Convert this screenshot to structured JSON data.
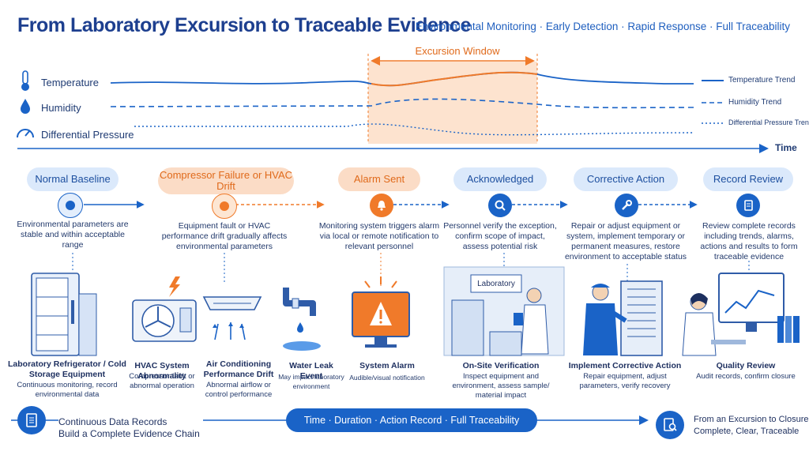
{
  "header": {
    "title": "From Laboratory Excursion to Traceable Evidence",
    "subtitle": "Environmental Monitoring · Early Detection · Rapid Response · Full Traceability"
  },
  "timeline": {
    "excursion_window": "Excursion Window",
    "time_label": "Time",
    "params": [
      {
        "label": "Temperature",
        "icon": "thermometer-icon"
      },
      {
        "label": "Humidity",
        "icon": "water-drop-icon"
      },
      {
        "label": "Differential Pressure",
        "icon": "gauge-icon"
      }
    ],
    "legend": [
      "Temperature Trend",
      "Humidity Trend",
      "Differential Pressure Trend"
    ]
  },
  "stages": [
    {
      "label": "Normal Baseline",
      "tone": "blue",
      "icon": "target-icon",
      "description": "Environmental parameters are stable and within acceptable range"
    },
    {
      "label": "Compressor Failure or HVAC Drift",
      "tone": "orange",
      "icon": "target-icon",
      "description": "Equipment fault or HVAC performance drift gradually affects environmental parameters"
    },
    {
      "label": "Alarm Sent",
      "tone": "orange",
      "icon": "bell-icon",
      "description": "Monitoring system triggers alarm via local or remote notification to relevant personnel"
    },
    {
      "label": "Acknowledged",
      "tone": "blue",
      "icon": "magnifier-icon",
      "description": "Personnel verify the exception, confirm scope of impact, assess potential risk"
    },
    {
      "label": "Corrective Action",
      "tone": "blue",
      "icon": "wrench-icon",
      "description": "Repair or adjust equipment or system, implement temporary or permanent measures, restore environment to acceptable status"
    },
    {
      "label": "Record Review",
      "tone": "blue",
      "icon": "document-icon",
      "description": "Review complete records including trends, alarms, actions and results to form traceable evidence"
    }
  ],
  "scenes": {
    "lab_sign": "Laboratory",
    "captions": [
      {
        "title": "Laboratory Refrigerator / Cold Storage Equipment",
        "detail": "Continuous monitoring, record environmental data"
      },
      {
        "title": "HVAC System Abnormality",
        "detail": "Compressor fault or abnormal operation"
      },
      {
        "title": "Air Conditioning Performance Drift",
        "detail": "Abnormal airflow or control performance"
      },
      {
        "title": "Water Leak Event",
        "detail": "May impact laboratory environment"
      },
      {
        "title": "System Alarm",
        "detail": "Audible/visual notification"
      },
      {
        "title": "On-Site Verification",
        "detail": "Inspect equipment and environment, assess sample/ material impact"
      },
      {
        "title": "Implement Corrective Action",
        "detail": "Repair equipment, adjust parameters, verify recovery"
      },
      {
        "title": "Quality Review",
        "detail": "Audit records, confirm closure"
      }
    ]
  },
  "footer": {
    "left_line1": "Continuous Data Records",
    "left_line2": "Build a Complete Evidence Chain",
    "pill": "Time · Duration · Action Record · Full Traceability",
    "right_line1": "From an Excursion to Closure",
    "right_line2": "Complete, Clear, Traceable"
  },
  "colors": {
    "primary": "#1a63c7",
    "accent": "#f07a2a",
    "window": "#fde3cf"
  }
}
